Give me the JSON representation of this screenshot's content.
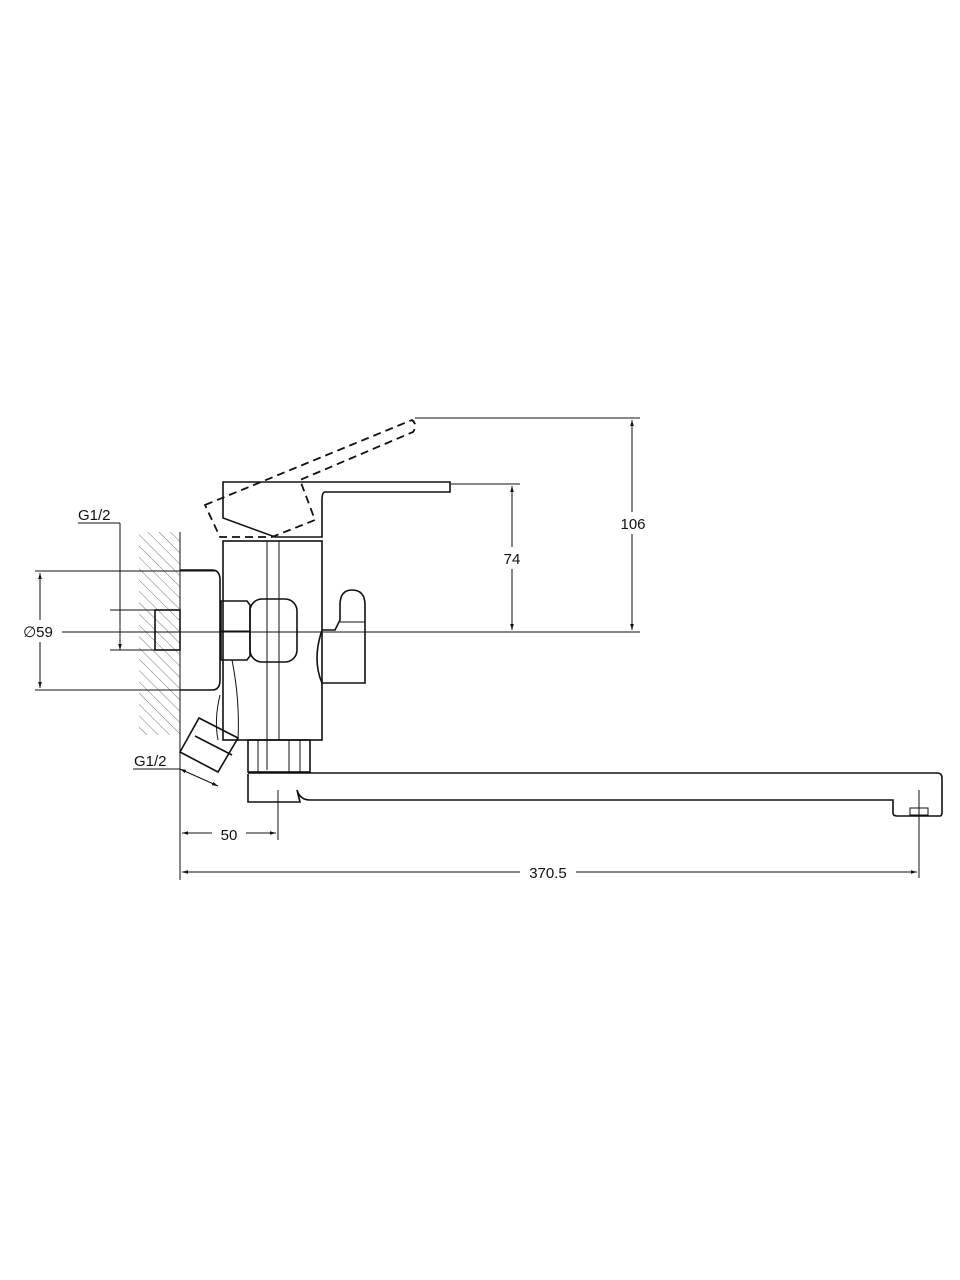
{
  "drawing": {
    "title": "Wall-mounted bath mixer with long spout - side view",
    "dimensions": {
      "lever_height_raised": "106",
      "lever_height": "74",
      "flange_diameter": "∅59",
      "inlet_thread_top": "G1/2",
      "inlet_thread_bottom": "G1/2",
      "wall_to_body_axis": "50",
      "total_reach": "370.5"
    }
  }
}
